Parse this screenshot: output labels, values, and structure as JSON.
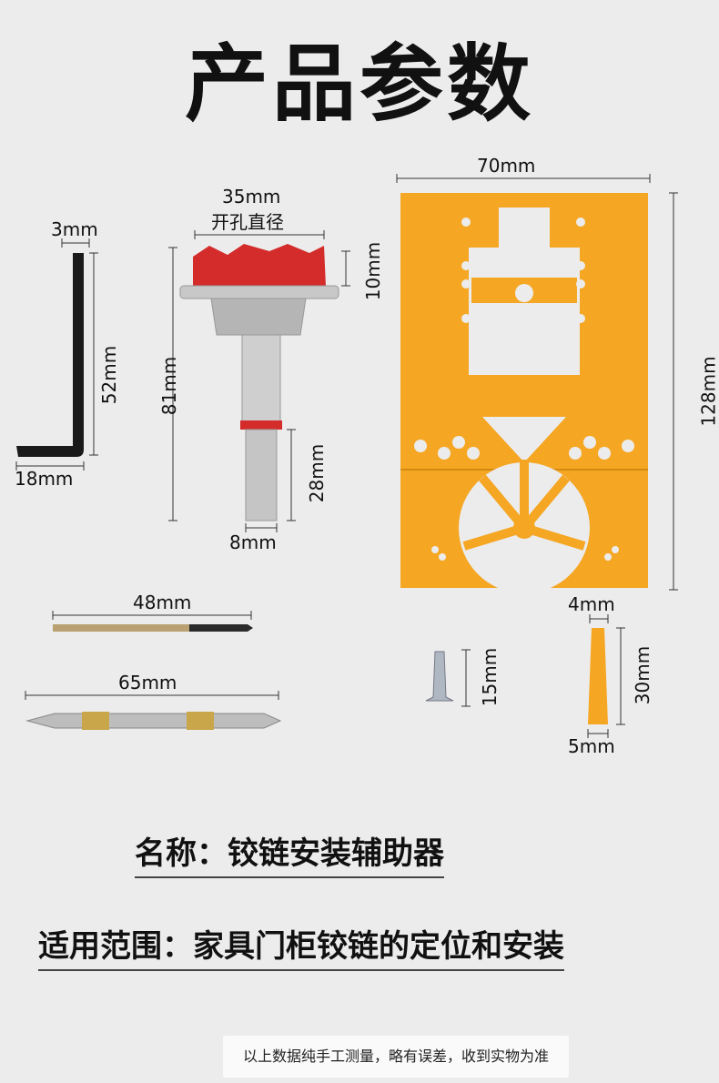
{
  "page": {
    "title": "产品参数",
    "product_name": "名称：铰链安装辅助器",
    "application": "适用范围：家具门柜铰链的定位和安装",
    "footnote": "以上数据纯手工测量，略有误差，收到实物为准"
  },
  "dimensions": {
    "allen_key": {
      "tip": "3mm",
      "length": "52mm",
      "width": "18mm"
    },
    "drill_bit_cutter": {
      "diameter": "35mm",
      "diameter_label": "开孔直径",
      "head": "10mm",
      "total": "81mm",
      "shank": "28mm",
      "shank_diameter": "8mm"
    },
    "jig_plate": {
      "width": "70mm",
      "height": "128mm"
    },
    "twist_drill": {
      "length": "48mm"
    },
    "screwdriver_bit": {
      "length": "65mm"
    },
    "screw": {
      "length": "15mm"
    },
    "wall_plug": {
      "top": "4mm",
      "length": "30mm",
      "bottom": "5mm"
    }
  },
  "colors": {
    "jig_orange": "#f5a623",
    "cutter_red": "#d42b2b",
    "metal": "#b8b8b8"
  }
}
